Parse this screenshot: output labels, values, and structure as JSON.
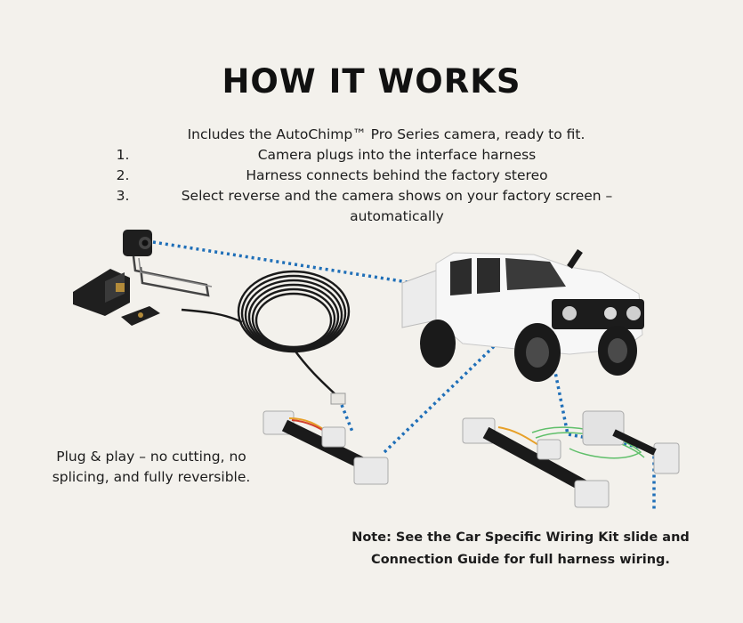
{
  "heading": "HOW IT WORKS",
  "intro": "Includes the AutoChimp™ Pro Series camera, ready to fit.",
  "steps": [
    {
      "num": "1.",
      "text": "Camera plugs into the interface harness"
    },
    {
      "num": "2.",
      "text": "Harness connects behind the factory stereo"
    },
    {
      "num": "3.",
      "text": "Select reverse and the camera shows on your factory screen – automatically"
    }
  ],
  "plug_note": "Plug & play – no cutting, no splicing, and fully reversible.",
  "wiring_note": "Note: See the Car Specific Wiring Kit slide and Connection Guide for full harness wiring.",
  "colors": {
    "background": "#f3f1ec",
    "dotted_line": "#1f6fb8",
    "green_wire": "#5fbf6a",
    "camera_body": "#1e1e1e"
  }
}
